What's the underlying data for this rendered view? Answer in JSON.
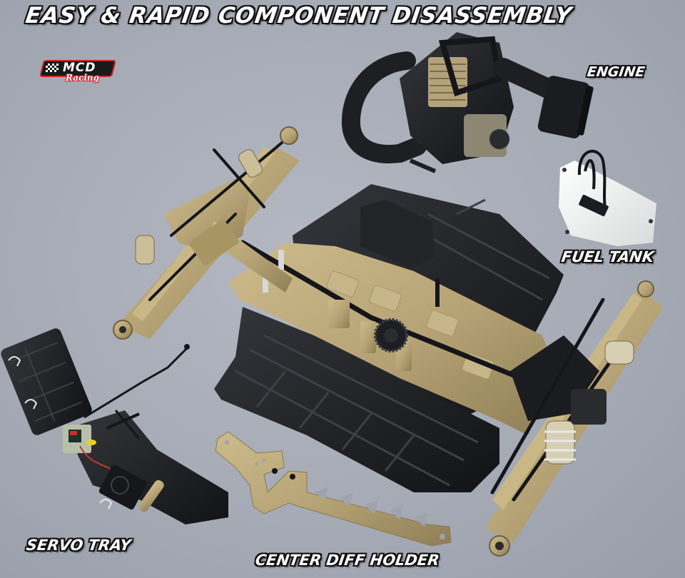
{
  "title": "EASY & RAPID COMPONENT DISASSEMBLY",
  "logo": {
    "brand": "MCD",
    "sub": "Racing",
    "colors": {
      "outline": "#d1202a",
      "fill": "#1a1a1a",
      "text": "#ffffff"
    }
  },
  "labels": {
    "engine": "ENGINE",
    "fuel_tank": "FUEL TANK",
    "servo_tray": "SERVO TRAY",
    "center_diff_holder": "CENTER DIFF HOLDER"
  },
  "components": [
    {
      "name": "engine",
      "description": "Engine with black tuned pipe, air filter and gold cooling head"
    },
    {
      "name": "fuel-tank",
      "description": "White translucent fuel tank with black fuel lines"
    },
    {
      "name": "front-suspension",
      "description": "Gold aluminium front arms, shocks and bulkhead"
    },
    {
      "name": "chassis",
      "description": "Gold chassis plate with black side guards and center differential"
    },
    {
      "name": "rear-suspension",
      "description": "Gold rear arms, shocks and rear bulkhead"
    },
    {
      "name": "servo-tray",
      "description": "Black radio box and servo tray with receiver"
    },
    {
      "name": "center-diff-holder",
      "description": "Gold aluminium center diff holder brace"
    }
  ],
  "colors": {
    "background": "#a6abb6",
    "gold": "#b9a67a",
    "gold_dark": "#8e7d55",
    "black_plastic": "#1c1d20",
    "white_tank": "#eef0ee",
    "label_text": "#ffffff",
    "label_outline": "#111111"
  }
}
